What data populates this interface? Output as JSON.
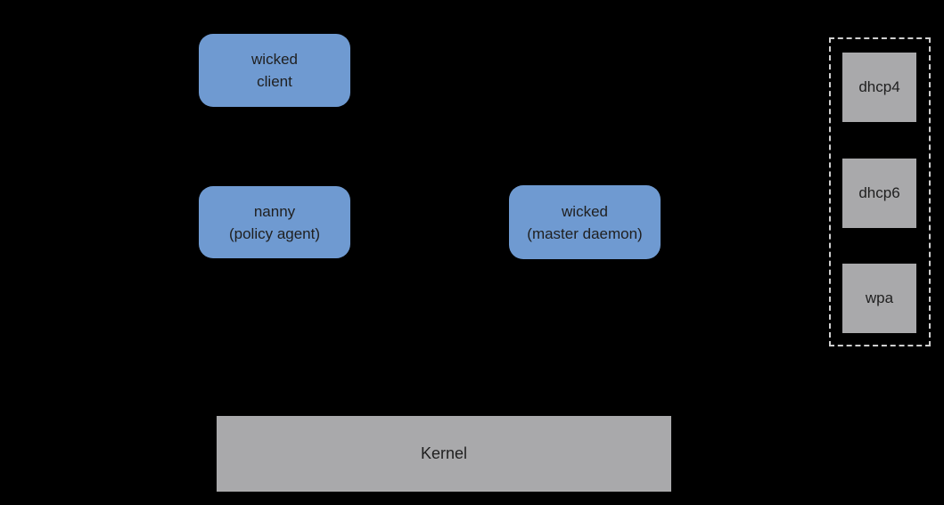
{
  "diagram": {
    "background_color": "#000000",
    "colors": {
      "node_blue": "#6f9ad1",
      "node_gray": "#a9a9ab",
      "node_text": "#1f1f1f",
      "dashed_border": "#cfcfcf"
    },
    "nodes": {
      "wicked_client": {
        "line1": "wicked",
        "line2": "client"
      },
      "nanny": {
        "line1": "nanny",
        "line2": "(policy agent)"
      },
      "wicked_master": {
        "line1": "wicked",
        "line2": "(master daemon)"
      },
      "kernel": {
        "label": "Kernel"
      }
    },
    "supplicants": {
      "items": [
        {
          "label": "dhcp4"
        },
        {
          "label": "dhcp6"
        },
        {
          "label": "wpa"
        }
      ]
    }
  }
}
